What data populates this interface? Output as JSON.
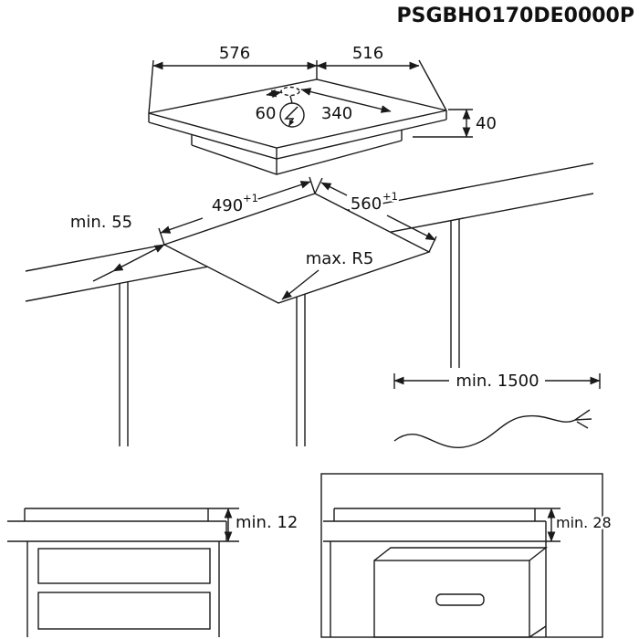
{
  "product_code": "PSGBHO170DE0000P",
  "hob_view": {
    "width": "576",
    "depth": "516",
    "cable_offset_left": "60",
    "cable_offset_right": "340",
    "height": "40"
  },
  "cutout_view": {
    "depth": "490",
    "depth_tolerance": "+1",
    "width": "560",
    "width_tolerance": "+1",
    "corner_radius": "max. R5",
    "edge_clearance": "min. 55"
  },
  "cable_view": {
    "length": "min. 1500"
  },
  "drawer_view": {
    "clearance": "min. 12"
  },
  "oven_view": {
    "clearance": "min. 28"
  },
  "icons": {
    "power": "lightning-bolt-icon",
    "cable_entry": "dashed-ellipse-cable-entry"
  },
  "colors": {
    "line": "#1a1a1a",
    "background": "#ffffff"
  }
}
